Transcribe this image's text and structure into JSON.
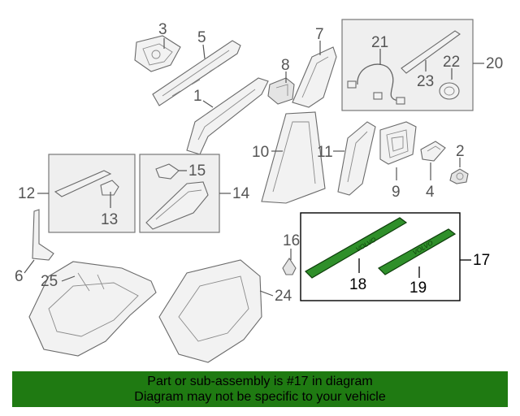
{
  "callouts": {
    "c1": "1",
    "c2": "2",
    "c3": "3",
    "c4": "4",
    "c5": "5",
    "c6": "6",
    "c7": "7",
    "c8": "8",
    "c9": "9",
    "c10": "10",
    "c11": "11",
    "c12": "12",
    "c13": "13",
    "c14": "14",
    "c15": "15",
    "c16": "16",
    "c17": "17",
    "c18": "18",
    "c19": "19",
    "c20": "20",
    "c21": "21",
    "c22": "22",
    "c23": "23",
    "c24": "24",
    "c25": "25"
  },
  "sill_brand": "VOLVO",
  "banner": {
    "line1": "Part or sub-assembly is #17 in diagram",
    "line2": "Diagram may not be specific to your vehicle"
  },
  "colors": {
    "banner_bg": "#1f7a12",
    "sill_green": "#2f8f2a"
  }
}
